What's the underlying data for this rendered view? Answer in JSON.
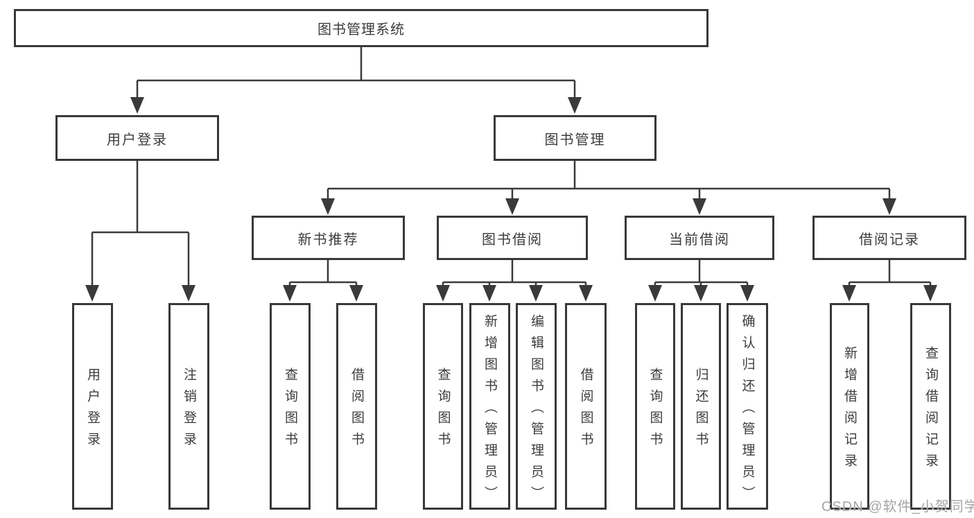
{
  "tree": {
    "root": {
      "label": "图书管理系统"
    },
    "level1": [
      {
        "label": "用户登录"
      },
      {
        "label": "图书管理"
      }
    ],
    "level2": [
      {
        "label": "新书推荐"
      },
      {
        "label": "图书借阅"
      },
      {
        "label": "当前借阅"
      },
      {
        "label": "借阅记录"
      }
    ],
    "leaves_user_login": [
      {
        "label": "用户登录"
      },
      {
        "label": "注销登录"
      }
    ],
    "leaves_new_book": [
      {
        "label": "查询图书"
      },
      {
        "label": "借阅图书"
      }
    ],
    "leaves_book_borrow": [
      {
        "label": "查询图书"
      },
      {
        "label": "新增图书（管理员）"
      },
      {
        "label": "编辑图书（管理员）"
      },
      {
        "label": "借阅图书"
      }
    ],
    "leaves_current_borrow": [
      {
        "label": "查询图书"
      },
      {
        "label": "归还图书"
      },
      {
        "label": "确认归还（管理员）"
      }
    ],
    "leaves_borrow_record": [
      {
        "label": "新增借阅记录"
      },
      {
        "label": "查询借阅记录"
      }
    ]
  },
  "watermark": "CSDN @软件_小贺同学",
  "colors": {
    "line": "#3a3a3a",
    "border": "#383838",
    "text": "#3c3c3c",
    "watermark": "#a5a5a5",
    "background": "#ffffff"
  }
}
